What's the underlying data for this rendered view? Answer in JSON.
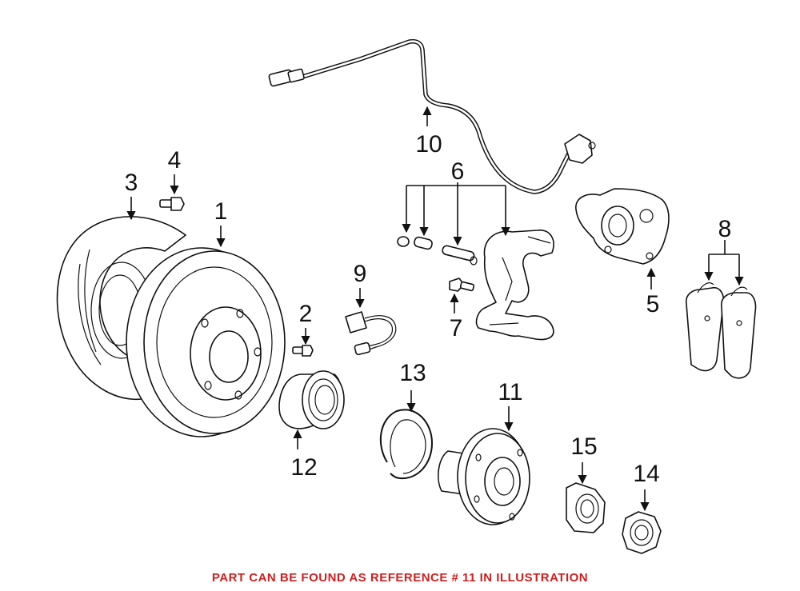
{
  "colors": {
    "line": "#111111",
    "background": "#ffffff",
    "caption": "#cc1f1f"
  },
  "callouts": {
    "c1": "1",
    "c2": "2",
    "c3": "3",
    "c4": "4",
    "c5": "5",
    "c6": "6",
    "c7": "7",
    "c8": "8",
    "c9": "9",
    "c10": "10",
    "c11": "11",
    "c12": "12",
    "c13": "13",
    "c14": "14",
    "c15": "15"
  },
  "caption": "PART CAN BE FOUND AS REFERENCE # 11 IN ILLUSTRATION"
}
